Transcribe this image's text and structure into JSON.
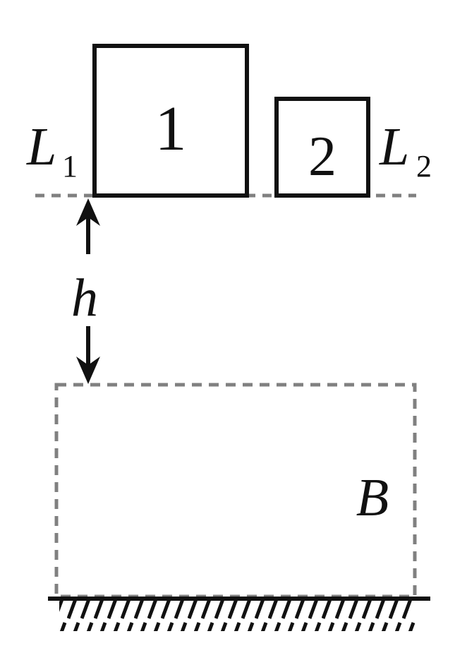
{
  "labels": {
    "block1": "1",
    "block2": "2",
    "L1_main": "L",
    "L1_sub": "1",
    "L2_main": "L",
    "L2_sub": "2",
    "height": "h",
    "region": "B"
  },
  "colors": {
    "solid": "#111111",
    "dashed": "#808080"
  }
}
